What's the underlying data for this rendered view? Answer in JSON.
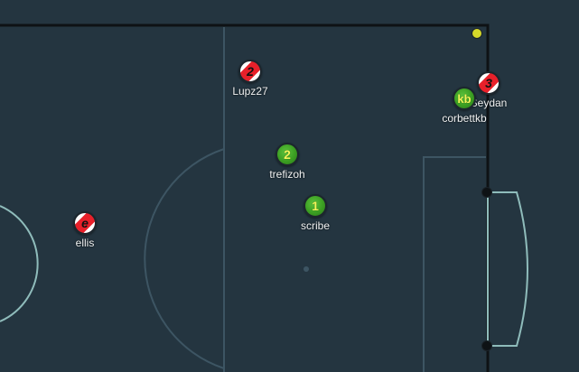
{
  "players": [
    {
      "id": "lupz27",
      "badge": "2",
      "name": "Lupz27",
      "team": "red"
    },
    {
      "id": "seydan",
      "badge": "3",
      "name": "Seydan",
      "team": "red"
    },
    {
      "id": "ellis",
      "badge": "e",
      "name": "ellis",
      "team": "red"
    },
    {
      "id": "corbettkb",
      "badge": "kb",
      "name": "corbettkb",
      "team": "green"
    },
    {
      "id": "trefizoh",
      "badge": "2",
      "name": "trefizoh",
      "team": "green"
    },
    {
      "id": "scribe",
      "badge": "1",
      "name": "scribe",
      "team": "green"
    }
  ],
  "colors": {
    "background": "#243540",
    "pitch_line": "#3d5563",
    "boundary": "#0e1215",
    "goal": "#8fbcbb",
    "ball": "#d6d92a",
    "red_team": "#e8202a",
    "green_team": "#3b9e22"
  }
}
